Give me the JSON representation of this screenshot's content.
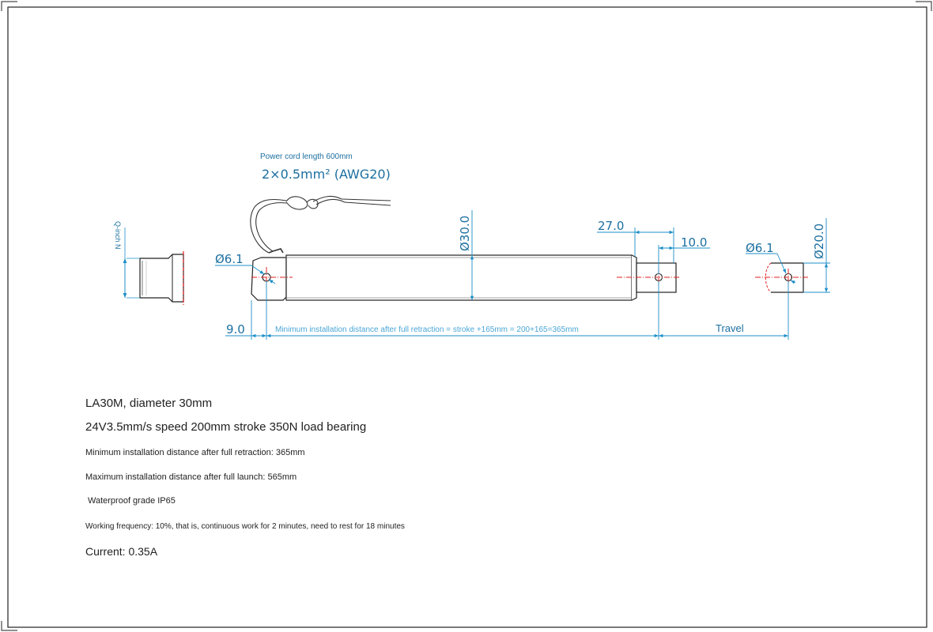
{
  "drawing": {
    "power_cord_label": "Power cord length 600mm",
    "wire_spec": "2×0.5mm² (AWG20)",
    "dim_hole_left": "Ø6.1",
    "dim_diameter_body": "Ø30.0",
    "dim_27": "27.0",
    "dim_10": "10.0",
    "dim_hole_right": "Ø6.1",
    "dim_diameter_rod": "Ø20.0",
    "dim_9": "9.0",
    "min_install_note": "Minimum installation distance after full retraction = stroke +165mm = 200+165=365mm",
    "travel_label": "Travel",
    "side_view_label": "Q-inch N",
    "colors": {
      "dimension": "#1c8fc8",
      "centerline": "#e02020",
      "outline": "#222222"
    }
  },
  "specs": {
    "model": "LA30M, diameter 30mm",
    "performance": "24V3.5mm/s speed 200mm stroke 350N load bearing",
    "min_install": "Minimum installation distance after full retraction: 365mm",
    "max_install": "Maximum installation distance after full launch: 565mm",
    "waterproof": "Waterproof grade IP65",
    "frequency": "Working frequency: 10%, that is, continuous work for 2 minutes, need to rest for 18 minutes",
    "current": "Current: 0.35A"
  }
}
